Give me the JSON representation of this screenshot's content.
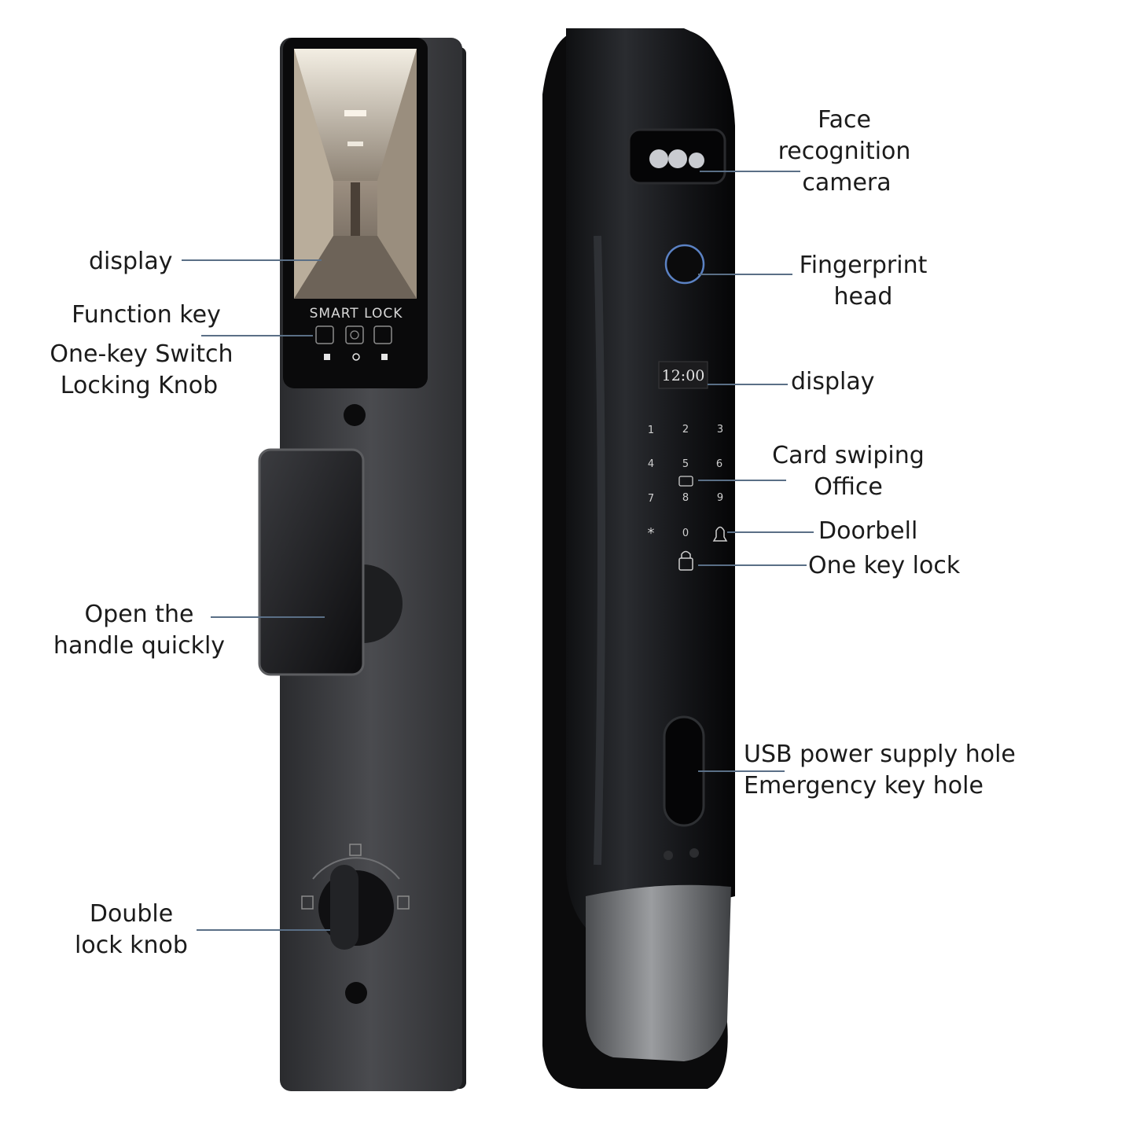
{
  "panel_text": {
    "brand": "SMART LOCK",
    "clock": "12:00",
    "keypad": [
      "1",
      "2",
      "3",
      "4",
      "5",
      "6",
      "7",
      "8",
      "9",
      "*",
      "0"
    ]
  },
  "callouts": {
    "left": {
      "display": "display",
      "function_key": "Function key",
      "one_key_switch": "One-key Switch",
      "locking_knob": "Locking Knob",
      "open_handle_1": "Open the",
      "open_handle_2": "handle quickly",
      "double_lock_1": "Double",
      "double_lock_2": "lock knob"
    },
    "right": {
      "face_1": "Face",
      "face_2": "recognition",
      "face_3": "camera",
      "fingerprint_1": "Fingerprint",
      "fingerprint_2": "head",
      "display": "display",
      "card_1": "Card swiping",
      "card_2": "Office",
      "doorbell": "Doorbell",
      "one_key_lock": "One key lock",
      "usb_1": "USB power supply hole",
      "usb_2": "Emergency key hole"
    }
  },
  "colors": {
    "leader_line": "#5a6f86",
    "lock_body": "#2e2f32",
    "handle_silver": "#77797c",
    "fingerprint_ring": "#5b82c4"
  }
}
